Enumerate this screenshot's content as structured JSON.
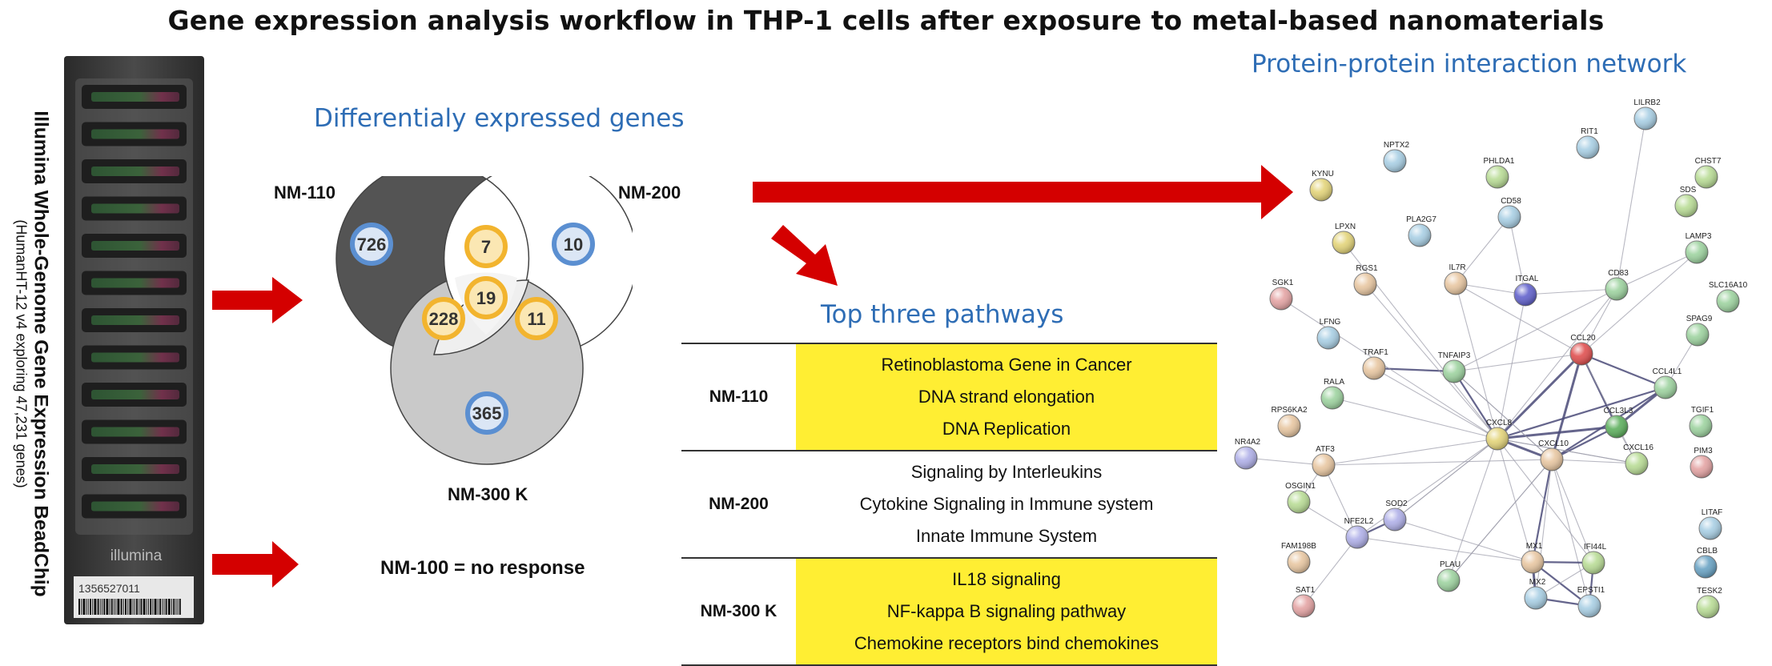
{
  "title": "Gene expression analysis workflow in THP-1 cells after exposure to metal-based nanomaterials",
  "chip": {
    "vertical_title": "Illumina Whole-Genome Gene Expression BeadChip",
    "vertical_subtitle": "(HumanHT-12 v4 exploring 47,231 genes)",
    "brand": "illumina",
    "serial": "1356527011"
  },
  "venn": {
    "title": "Differentialy expressed genes",
    "sets": [
      "NM-110",
      "NM-200",
      "NM-300 K"
    ],
    "values": {
      "nm110_only": "726",
      "nm200_only": "10",
      "nm300_only": "365",
      "nm110_nm200": "7",
      "nm110_nm300": "228",
      "nm200_nm300": "11",
      "all_three": "19"
    },
    "note": "NM-100 = no response",
    "colors": {
      "unique": "#5b8fd1",
      "shared": "#f2b42e"
    }
  },
  "pathways": {
    "title": "Top three pathways",
    "groups": [
      {
        "nm": "NM-110",
        "highlight": true,
        "items": [
          "Retinoblastoma Gene in Cancer",
          "DNA strand elongation",
          "DNA Replication"
        ]
      },
      {
        "nm": "NM-200",
        "highlight": false,
        "items": [
          "Signaling by Interleukins",
          "Cytokine Signaling in Immune system",
          "Innate Immune System"
        ]
      },
      {
        "nm": "NM-300 K",
        "highlight": true,
        "items": [
          "IL18 signaling",
          "NF-kappa B signaling pathway",
          "Chemokine receptors bind chemokines"
        ]
      }
    ]
  },
  "network": {
    "title": "Protein-protein interaction network",
    "nodes": [
      {
        "id": "LILRB2",
        "c": "#a9cfe4"
      },
      {
        "id": "RIT1",
        "c": "#a9cfe4"
      },
      {
        "id": "CHST7",
        "c": "#b9dc96"
      },
      {
        "id": "NPTX2",
        "c": "#a9cfe4"
      },
      {
        "id": "PHLDA1",
        "c": "#b9dc96"
      },
      {
        "id": "KYNU",
        "c": "#e3d47a"
      },
      {
        "id": "SDS",
        "c": "#b9dc96"
      },
      {
        "id": "CD58",
        "c": "#a9cfe4"
      },
      {
        "id": "PLA2G7",
        "c": "#a9cfe4"
      },
      {
        "id": "LPXN",
        "c": "#e3d47a"
      },
      {
        "id": "LAMP3",
        "c": "#9ed3a0"
      },
      {
        "id": "RGS1",
        "c": "#e8c7a2"
      },
      {
        "id": "IL7R",
        "c": "#e8c7a2"
      },
      {
        "id": "ITGAL",
        "c": "#6262cc"
      },
      {
        "id": "CD83",
        "c": "#9ed3a0"
      },
      {
        "id": "SLC16A10",
        "c": "#9ed3a0"
      },
      {
        "id": "SGK1",
        "c": "#e4a4a4"
      },
      {
        "id": "SPAG9",
        "c": "#9ed3a0"
      },
      {
        "id": "LFNG",
        "c": "#a9cfe4"
      },
      {
        "id": "CCL20",
        "c": "#e05050"
      },
      {
        "id": "TRAF1",
        "c": "#e8c7a2"
      },
      {
        "id": "TNFAIP3",
        "c": "#9ed3a0"
      },
      {
        "id": "CCL4L1",
        "c": "#9ed3a0"
      },
      {
        "id": "RALA",
        "c": "#9ed3a0"
      },
      {
        "id": "TGIF1",
        "c": "#9ed3a0"
      },
      {
        "id": "RPS6KA2",
        "c": "#e8c7a2"
      },
      {
        "id": "CCL3L3",
        "c": "#5eb05e"
      },
      {
        "id": "CXCL8",
        "c": "#e3d47a"
      },
      {
        "id": "NR4A2",
        "c": "#b0b0e8"
      },
      {
        "id": "ATF3",
        "c": "#e8c7a2"
      },
      {
        "id": "CXCL10",
        "c": "#e8c7a2"
      },
      {
        "id": "CXCL16",
        "c": "#b9dc96"
      },
      {
        "id": "PIM3",
        "c": "#e4a4a4"
      },
      {
        "id": "OSGIN1",
        "c": "#b9dc96"
      },
      {
        "id": "SOD2",
        "c": "#b0b0e8"
      },
      {
        "id": "NFE2L2",
        "c": "#b0b0e8"
      },
      {
        "id": "LITAF",
        "c": "#a9cfe4"
      },
      {
        "id": "FAM198B",
        "c": "#e8c7a2"
      },
      {
        "id": "MX1",
        "c": "#e8c7a2"
      },
      {
        "id": "IFI44L",
        "c": "#b9dc96"
      },
      {
        "id": "CBLB",
        "c": "#6aa3c4"
      },
      {
        "id": "SAT1",
        "c": "#e4a4a4"
      },
      {
        "id": "PLAU",
        "c": "#9ed3a0"
      },
      {
        "id": "MX2",
        "c": "#a9cfe4"
      },
      {
        "id": "EPSTI1",
        "c": "#a9cfe4"
      },
      {
        "id": "TESK2",
        "c": "#b9dc96"
      }
    ]
  }
}
